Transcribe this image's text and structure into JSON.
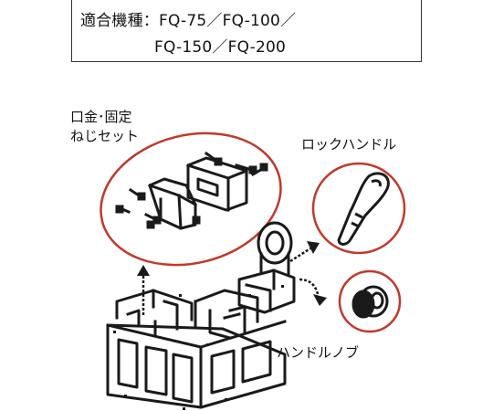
{
  "compatible_models": {
    "line1": "適合機種：FQ-75／FQ-100／",
    "line2": "FQ-150／FQ-200"
  },
  "parts": {
    "jaw_screw_set": {
      "line1": "口金･固定",
      "line2": "ねじセット"
    },
    "lock_handle": "ロックハンドル",
    "handle_knob": "ハンドルノブ"
  },
  "colors": {
    "highlight_circle": "#c0392b",
    "line_art": "#1a1a1a"
  }
}
